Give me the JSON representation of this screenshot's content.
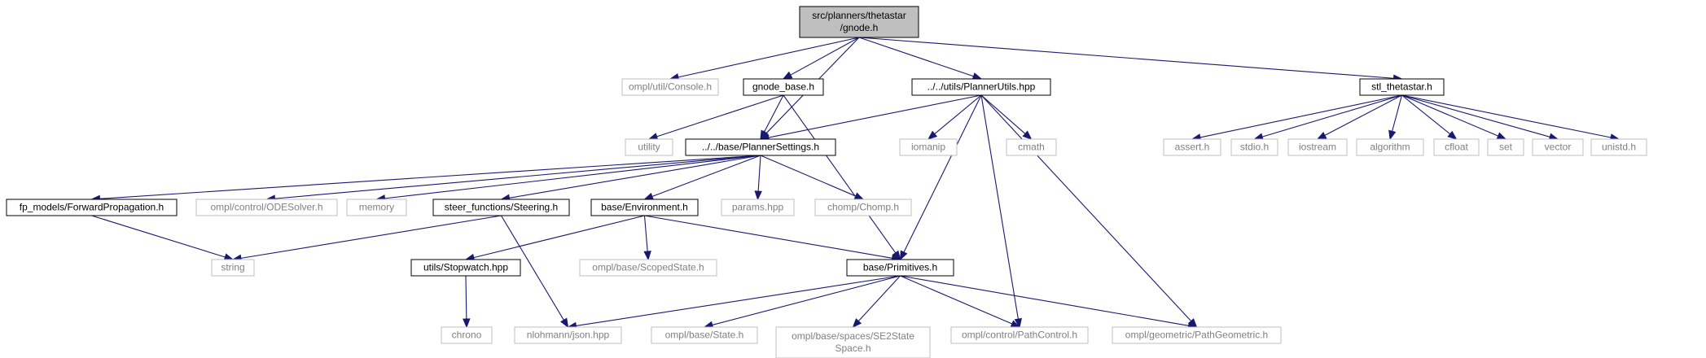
{
  "graph": {
    "nodes": {
      "gnode": {
        "lines": [
          "src/planners/thetastar",
          "/gnode.h"
        ],
        "style": "root"
      },
      "console": {
        "lines": [
          "ompl/util/Console.h"
        ],
        "style": "external"
      },
      "gnode_base": {
        "lines": [
          "gnode_base.h"
        ],
        "style": "internal"
      },
      "planner_utils": {
        "lines": [
          "../../utils/PlannerUtils.hpp"
        ],
        "style": "internal"
      },
      "stl_thetastar": {
        "lines": [
          "stl_thetastar.h"
        ],
        "style": "internal"
      },
      "utility": {
        "lines": [
          "utility"
        ],
        "style": "external"
      },
      "planner_settings": {
        "lines": [
          "../../base/PlannerSettings.h"
        ],
        "style": "internal"
      },
      "iomanip": {
        "lines": [
          "iomanip"
        ],
        "style": "external"
      },
      "cmath": {
        "lines": [
          "cmath"
        ],
        "style": "external"
      },
      "assert": {
        "lines": [
          "assert.h"
        ],
        "style": "external"
      },
      "stdio": {
        "lines": [
          "stdio.h"
        ],
        "style": "external"
      },
      "iostream": {
        "lines": [
          "iostream"
        ],
        "style": "external"
      },
      "algorithm": {
        "lines": [
          "algorithm"
        ],
        "style": "external"
      },
      "cfloat": {
        "lines": [
          "cfloat"
        ],
        "style": "external"
      },
      "set": {
        "lines": [
          "set"
        ],
        "style": "external"
      },
      "vector": {
        "lines": [
          "vector"
        ],
        "style": "external"
      },
      "unistd": {
        "lines": [
          "unistd.h"
        ],
        "style": "external"
      },
      "fp_models": {
        "lines": [
          "fp_models/ForwardPropagation.h"
        ],
        "style": "internal"
      },
      "ode_solver": {
        "lines": [
          "ompl/control/ODESolver.h"
        ],
        "style": "external"
      },
      "memory": {
        "lines": [
          "memory"
        ],
        "style": "external"
      },
      "steering": {
        "lines": [
          "steer_functions/Steering.h"
        ],
        "style": "internal"
      },
      "environment": {
        "lines": [
          "base/Environment.h"
        ],
        "style": "internal"
      },
      "params": {
        "lines": [
          "params.hpp"
        ],
        "style": "external"
      },
      "chomp": {
        "lines": [
          "chomp/Chomp.h"
        ],
        "style": "external"
      },
      "string": {
        "lines": [
          "string"
        ],
        "style": "external"
      },
      "stopwatch": {
        "lines": [
          "utils/Stopwatch.hpp"
        ],
        "style": "internal"
      },
      "scoped_state": {
        "lines": [
          "ompl/base/ScopedState.h"
        ],
        "style": "external"
      },
      "primitives": {
        "lines": [
          "base/Primitives.h"
        ],
        "style": "internal"
      },
      "chrono": {
        "lines": [
          "chrono"
        ],
        "style": "external"
      },
      "json": {
        "lines": [
          "nlohmann/json.hpp"
        ],
        "style": "external"
      },
      "state": {
        "lines": [
          "ompl/base/State.h"
        ],
        "style": "external"
      },
      "se2": {
        "lines": [
          "ompl/base/spaces/SE2State",
          "Space.h"
        ],
        "style": "external"
      },
      "path_control": {
        "lines": [
          "ompl/control/PathControl.h"
        ],
        "style": "external"
      },
      "path_geometric": {
        "lines": [
          "ompl/geometric/PathGeometric.h"
        ],
        "style": "external"
      }
    },
    "edges": [
      [
        "gnode",
        "console"
      ],
      [
        "gnode",
        "gnode_base"
      ],
      [
        "gnode",
        "planner_settings"
      ],
      [
        "gnode",
        "planner_utils"
      ],
      [
        "gnode",
        "stl_thetastar"
      ],
      [
        "gnode_base",
        "utility"
      ],
      [
        "gnode_base",
        "planner_settings"
      ],
      [
        "gnode_base",
        "primitives"
      ],
      [
        "planner_utils",
        "planner_settings"
      ],
      [
        "planner_utils",
        "iomanip"
      ],
      [
        "planner_utils",
        "cmath"
      ],
      [
        "planner_utils",
        "primitives"
      ],
      [
        "planner_utils",
        "path_control"
      ],
      [
        "planner_utils",
        "path_geometric"
      ],
      [
        "stl_thetastar",
        "assert"
      ],
      [
        "stl_thetastar",
        "stdio"
      ],
      [
        "stl_thetastar",
        "iostream"
      ],
      [
        "stl_thetastar",
        "algorithm"
      ],
      [
        "stl_thetastar",
        "cfloat"
      ],
      [
        "stl_thetastar",
        "set"
      ],
      [
        "stl_thetastar",
        "vector"
      ],
      [
        "stl_thetastar",
        "unistd"
      ],
      [
        "planner_settings",
        "fp_models"
      ],
      [
        "planner_settings",
        "ode_solver"
      ],
      [
        "planner_settings",
        "memory"
      ],
      [
        "planner_settings",
        "steering"
      ],
      [
        "planner_settings",
        "environment"
      ],
      [
        "planner_settings",
        "params"
      ],
      [
        "planner_settings",
        "chomp"
      ],
      [
        "fp_models",
        "string"
      ],
      [
        "steering",
        "string"
      ],
      [
        "steering",
        "json"
      ],
      [
        "environment",
        "stopwatch"
      ],
      [
        "environment",
        "scoped_state"
      ],
      [
        "environment",
        "primitives"
      ],
      [
        "stopwatch",
        "chrono"
      ],
      [
        "primitives",
        "json"
      ],
      [
        "primitives",
        "state"
      ],
      [
        "primitives",
        "se2"
      ],
      [
        "primitives",
        "path_control"
      ],
      [
        "primitives",
        "path_geometric"
      ]
    ]
  },
  "colors": {
    "edge": "#191970",
    "root_fill": "#bfbfbf",
    "internal_border": "#000000",
    "external_border": "#bfbfbf",
    "internal_text": "#000000",
    "external_text": "#808080"
  }
}
